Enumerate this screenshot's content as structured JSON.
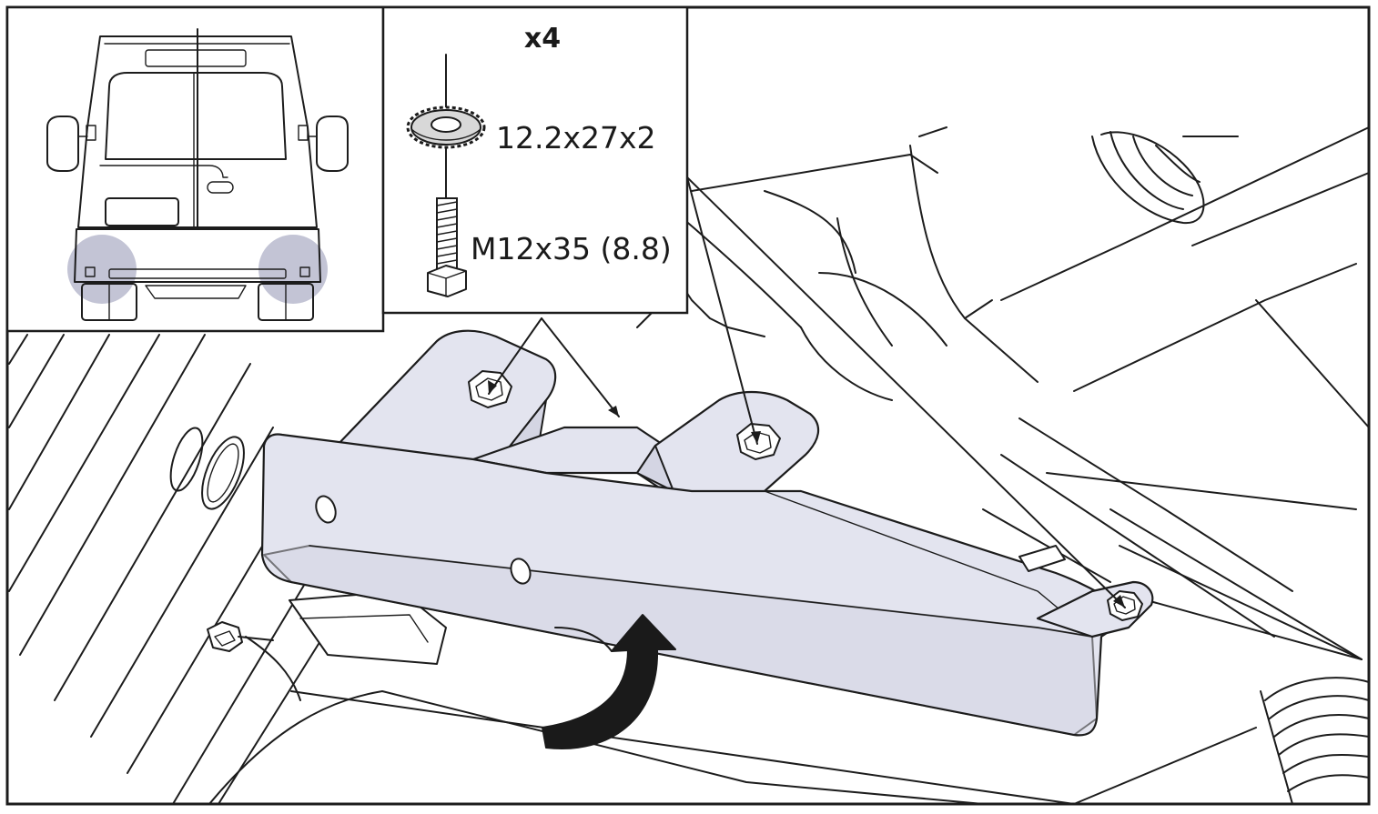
{
  "diagram": {
    "hardware": {
      "quantity": "x4",
      "washer_spec": "12.2x27x2",
      "bolt_spec": "M12x35 (8.8)"
    },
    "colors": {
      "bracket_fill": "#e3e4ef",
      "highlight_circles": "#b9bace",
      "line": "#1c1c1c",
      "arrow": "#1a1a1a"
    },
    "icons": {
      "rotation_arrow": "curved-arrow-icon",
      "washer": "serrated-washer-icon",
      "bolt": "hex-bolt-icon"
    }
  }
}
